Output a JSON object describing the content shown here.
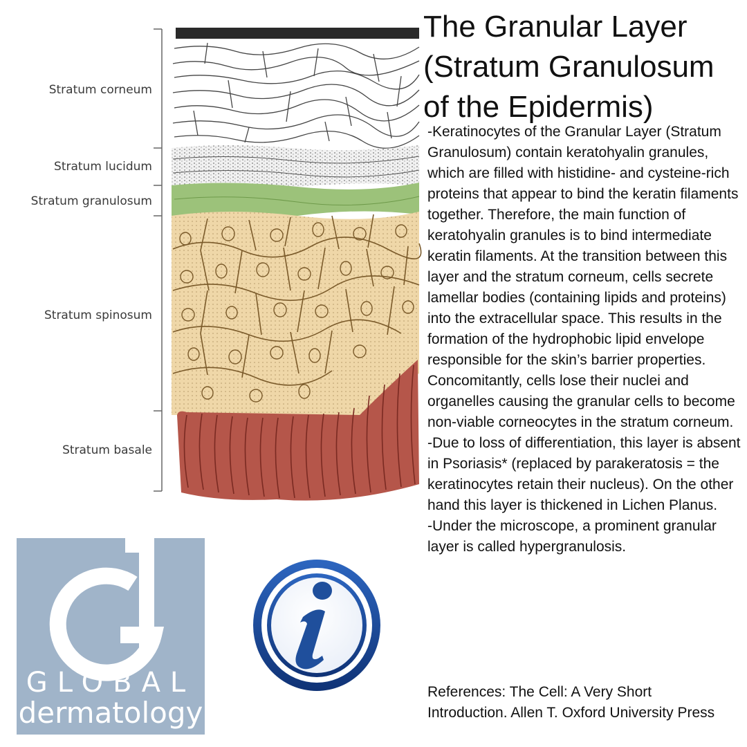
{
  "diagram": {
    "layers": [
      {
        "label": "Stratum corneum",
        "color": "#ffffff"
      },
      {
        "label": "Stratum lucidum",
        "color": "#ececec"
      },
      {
        "label": "Stratum granulosum",
        "color": "#9cc27a"
      },
      {
        "label": "Stratum spinosum",
        "color": "#efd7a8"
      },
      {
        "label": "Stratum basale",
        "color": "#b5564a"
      }
    ]
  },
  "title": "The Granular Layer (Stratum Granulosum of the Epidermis)",
  "paragraphs": [
    "-Keratinocytes of the Granular Layer (Stratum Granulosum) contain keratohyalin granules, which are filled with histidine- and cysteine-rich proteins that appear to bind the keratin filaments together. Therefore, the main function of keratohyalin granules is to bind intermediate keratin filaments. At the transition between this layer and the stratum corneum, cells secrete lamellar bodies (containing lipids and proteins) into the extracellular space. This results in the formation of the hydrophobic lipid envelope responsible for the skin’s barrier properties. Concomitantly, cells lose their nuclei and organelles causing the granular cells to become non-viable corneocytes in the stratum corneum.",
    "-Due to loss of differentiation, this layer is absent in Psoriasis* (replaced by parakeratosis = the keratinocytes retain their nucleus). On the other hand this layer is thickened in Lichen Planus.",
    "-Under the microscope, a prominent granular layer is called hypergranulosis."
  ],
  "references": "References: The Cell: A Very Short Introduction. Allen T. Oxford University Press",
  "logo": {
    "word": "GLOBAL",
    "sub": "dermatology",
    "background": "#a0b4c9"
  },
  "info_icon": {
    "glyph": "i",
    "color": "#1f4f9c"
  }
}
